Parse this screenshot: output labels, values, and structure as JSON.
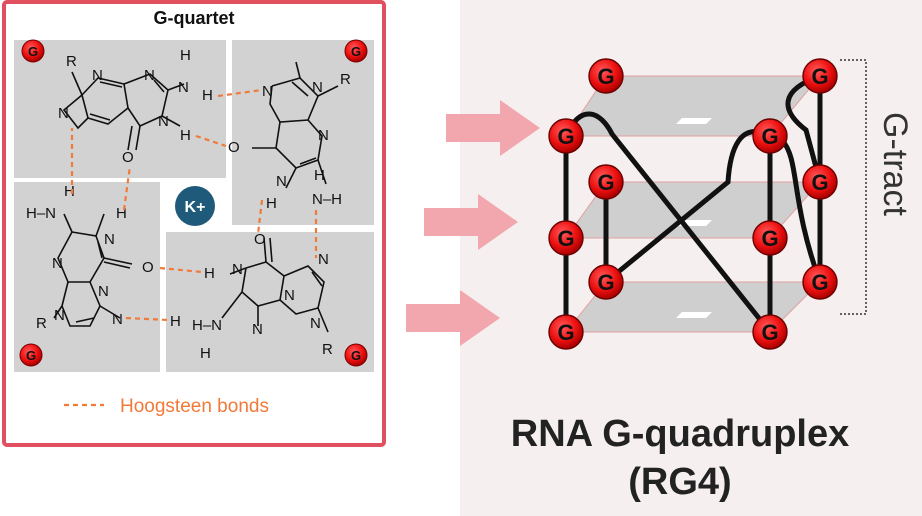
{
  "left_panel": {
    "title": "G-quartet",
    "ion_label": "K+",
    "legend_label": "Hoogsteen bonds",
    "corner_labels": [
      "G",
      "G",
      "G",
      "G"
    ]
  },
  "atoms": {
    "R": "R",
    "N": "N",
    "H": "H",
    "O": "O",
    "NH": "N–H",
    "HN": "H–N"
  },
  "right_panel": {
    "title_line1": "RNA G-quadruplex",
    "title_line2": "(RG4)",
    "bracket_label": "G-tract",
    "node_label": "G"
  },
  "colors": {
    "frame_border": "#e0505f",
    "quad_block": "#d2d2d2",
    "hbond": "#f07a3a",
    "ion": "#1f5a7a",
    "node_red": "#ee1111",
    "plane": "#c9c9c9",
    "arrow": "#f2a6ae",
    "right_bg": "#f6efef"
  }
}
